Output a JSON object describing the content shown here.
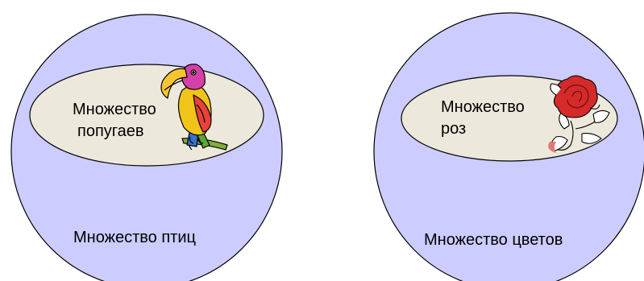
{
  "colors": {
    "outer_fill": "#ccccff",
    "inner_fill": "#ece9dc",
    "stroke": "#000000"
  },
  "left": {
    "inner_label_line1": "Множество",
    "inner_label_line2": "попугаев",
    "outer_label": "Множество птиц",
    "icon": "parrot-icon"
  },
  "right": {
    "inner_label_line1": "Множество",
    "inner_label_line2": "роз",
    "outer_label": "Множество цветов",
    "icon": "rose-icon"
  }
}
